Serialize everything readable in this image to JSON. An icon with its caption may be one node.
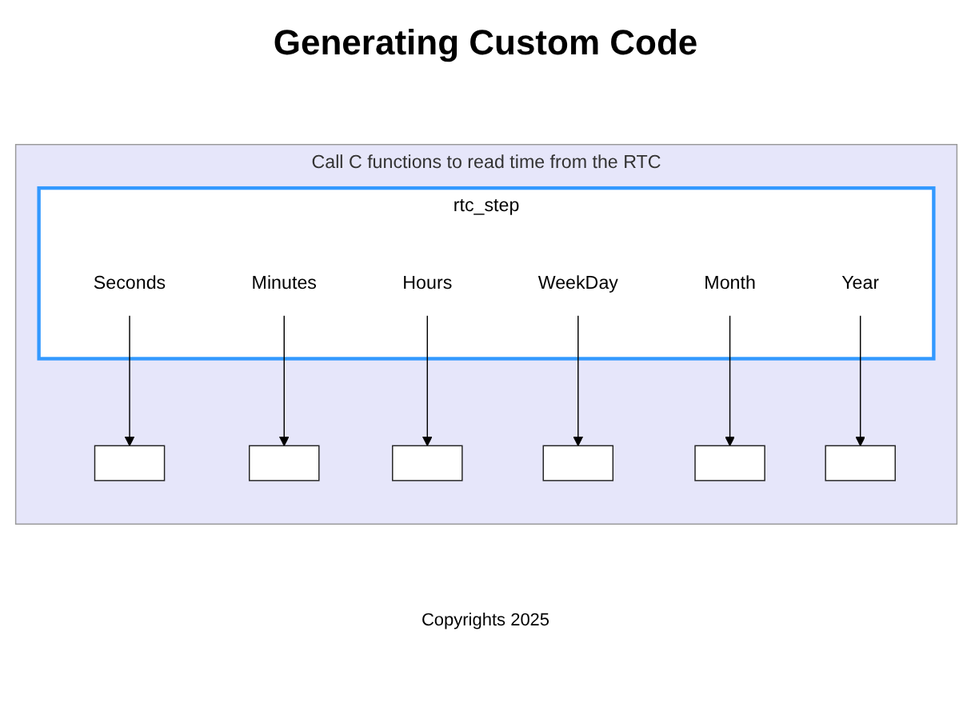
{
  "diagram": {
    "title": "Generating Custom Code",
    "nodes": [
      {
        "text": [
          "Call C functions to read time from the RTC"
        ]
      },
      {
        "text": [
          "rtc_step"
        ],
        "in": 0
      },
      {
        "text": [
          "Seconds"
        ],
        "in": 1
      },
      {
        "text": [
          "Minutes"
        ],
        "in": 1
      },
      {
        "text": [
          "Hours"
        ],
        "in": 1
      },
      {
        "text": [
          "WeekDay"
        ],
        "in": 1
      },
      {
        "text": [
          "Month"
        ],
        "in": 1
      },
      {
        "text": [
          "Year"
        ],
        "in": 1
      },
      {
        "text": [],
        "shape": "box",
        "in": 0
      },
      {
        "text": [],
        "shape": "box",
        "in": 0
      },
      {
        "text": [],
        "shape": "box",
        "in": 0
      },
      {
        "text": [],
        "shape": "box",
        "in": 0
      },
      {
        "text": [],
        "shape": "box",
        "in": 0
      },
      {
        "text": [],
        "shape": "box",
        "in": 0
      }
    ],
    "edges": [
      {
        "from": 2,
        "to": 8,
        "arrow": "to"
      },
      {
        "from": 3,
        "to": 9,
        "arrow": "to"
      },
      {
        "from": 4,
        "to": 10,
        "arrow": "to"
      },
      {
        "from": 5,
        "to": 11,
        "arrow": "to"
      },
      {
        "from": 6,
        "to": 12,
        "arrow": "to"
      },
      {
        "from": 7,
        "to": 13,
        "arrow": "to"
      }
    ],
    "labels": [
      "Copyrights 2025"
    ]
  }
}
